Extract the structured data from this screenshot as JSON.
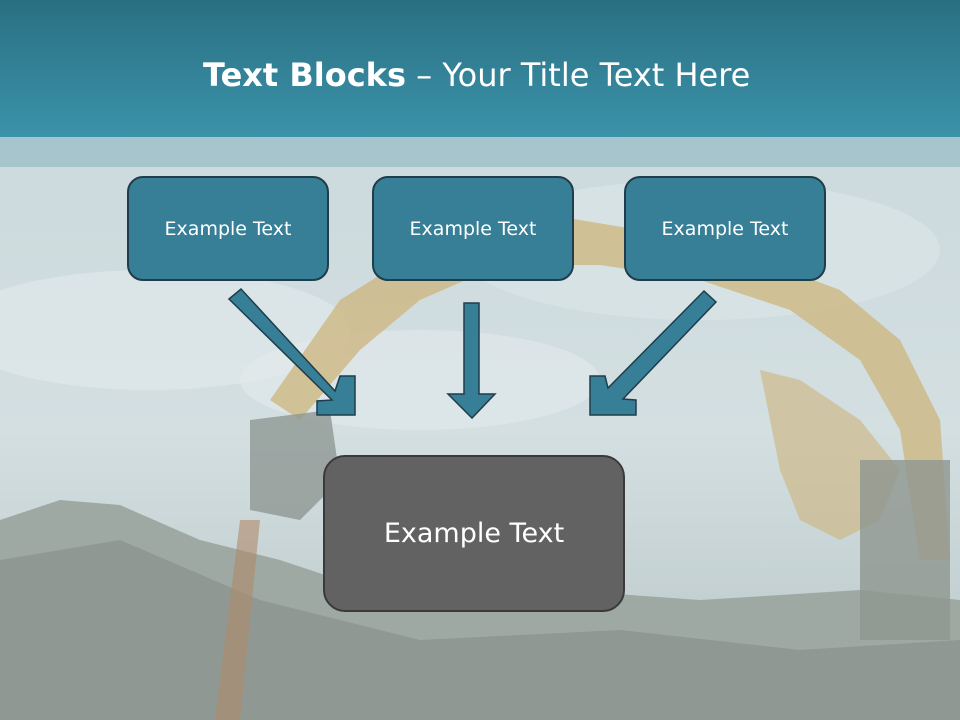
{
  "title": {
    "bold": "Text Blocks",
    "separator": " – ",
    "rest": "Your Title Text Here"
  },
  "boxes": [
    "Example Text",
    "Example Text",
    "Example Text"
  ],
  "main_box": "Example Text",
  "colors": {
    "header": "#3b93aa",
    "box": "#367f96",
    "main_box": "#626262",
    "arrow": "#367f96"
  }
}
